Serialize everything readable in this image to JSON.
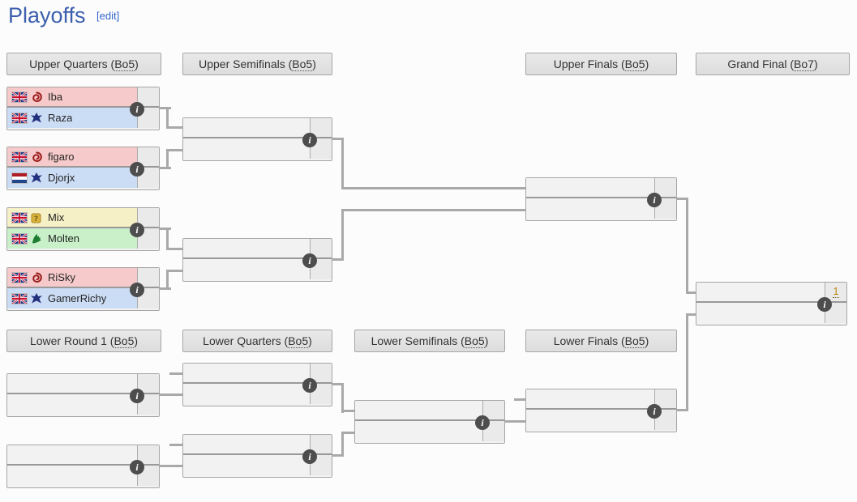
{
  "page": {
    "title": "Playoffs",
    "edit_label": "[edit]"
  },
  "colors": {
    "title_accent": "#3c5fae",
    "edit_link": "#3366cc",
    "zerg_row": "#f6caca",
    "terran_row": "#cbdcf5",
    "protoss_row": "#c9f0c9",
    "random_row": "#f6f0c6",
    "advantage_text": "#b8860b",
    "connector": "#a9a9a9",
    "header_bg": "#e3e3e3"
  },
  "rounds": {
    "upper_quarters": {
      "before": "Upper Quarters (",
      "format": "Bo5",
      "after": ")"
    },
    "upper_semifinals": {
      "before": "Upper Semifinals (",
      "format": "Bo5",
      "after": ")"
    },
    "upper_finals": {
      "before": "Upper Finals (",
      "format": "Bo5",
      "after": ")"
    },
    "grand_final": {
      "before": "Grand Final (",
      "format": "Bo7",
      "after": ")"
    },
    "lower_round1": {
      "before": "Lower Round 1 (",
      "format": "Bo5",
      "after": ")"
    },
    "lower_quarters": {
      "before": "Lower Quarters (",
      "format": "Bo5",
      "after": ")"
    },
    "lower_semifinals": {
      "before": "Lower Semifinals (",
      "format": "Bo5",
      "after": ")"
    },
    "lower_finals": {
      "before": "Lower Finals (",
      "format": "Bo5",
      "after": ")"
    }
  },
  "matches": {
    "uqf1": {
      "p1": {
        "name": "Iba",
        "country": "United Kingdom",
        "race": "Zerg",
        "score": ""
      },
      "p2": {
        "name": "Raza",
        "country": "United Kingdom",
        "race": "Terran",
        "score": ""
      }
    },
    "uqf2": {
      "p1": {
        "name": "figaro",
        "country": "United Kingdom",
        "race": "Zerg",
        "score": ""
      },
      "p2": {
        "name": "Djorjx",
        "country": "Netherlands",
        "race": "Terran",
        "score": ""
      }
    },
    "uqf3": {
      "p1": {
        "name": "Mix",
        "country": "United Kingdom",
        "race": "Random",
        "score": ""
      },
      "p2": {
        "name": "Molten",
        "country": "United Kingdom",
        "race": "Protoss",
        "score": ""
      }
    },
    "uqf4": {
      "p1": {
        "name": "RiSky",
        "country": "United Kingdom",
        "race": "Zerg",
        "score": ""
      },
      "p2": {
        "name": "GamerRichy",
        "country": "United Kingdom",
        "race": "Terran",
        "score": ""
      }
    },
    "grand_final": {
      "p1_advantage": "1"
    }
  }
}
